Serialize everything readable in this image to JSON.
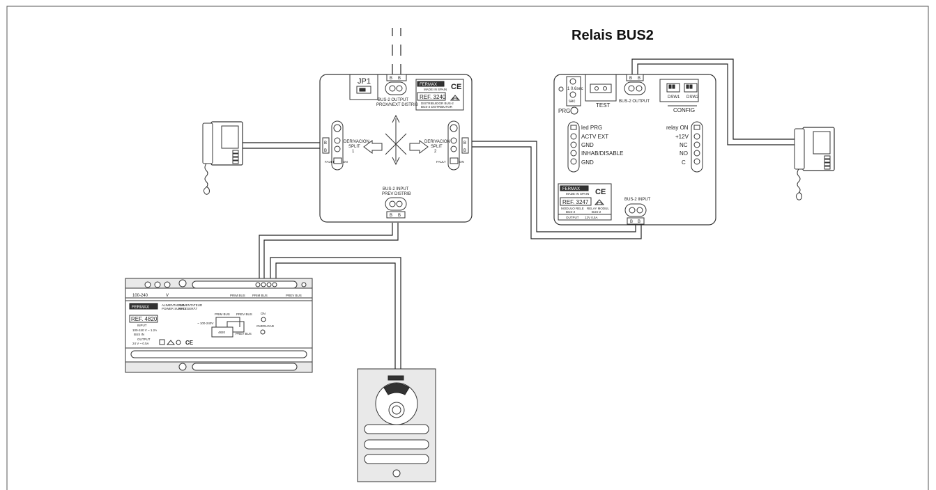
{
  "title": "Relais BUS2",
  "distributor": {
    "jumper": "JP1",
    "terminal_b": "B",
    "bus_output": "BUS-2 OUTPUT",
    "next_distrib": "PROX/NEXT DISTRIB",
    "brand": "FERMAX",
    "made_in": "MADE IN SPAIN",
    "ref": "REF. 3240",
    "desc_line1": "DISTRIBUIDOR BUS-2",
    "desc_line2": "BUS-2 DISTRIBUTOR",
    "left_split_1": "DERIVACION",
    "left_split_2": "SPLIT",
    "left_split_3": "1",
    "right_split_1": "DERIVACION",
    "right_split_2": "SPLIT",
    "right_split_3": "2",
    "fault": "FAULT",
    "on": "ON",
    "bus_input": "BUS-2 INPUT",
    "prev_distrib": "PREV DISTRIB"
  },
  "relay": {
    "timer_label": "1 0.6sec",
    "sec": "sec",
    "prg": "PRG",
    "test": "TEST",
    "bus_output": "BUS-2 OUTPUT",
    "dsw1": "DSW1",
    "dsw2": "DSW2",
    "config": "CONFIG",
    "led_prg": "led PRG",
    "actv_ext": "ACTV EXT",
    "gnd1": "GND",
    "inhab": "INHAB/DISABLE",
    "gnd2": "GND",
    "relay_on": "relay ON",
    "plus12": "+12V",
    "nc": "NC",
    "no": "NO",
    "c": "C",
    "brand": "FERMAX",
    "made_in": "MADE IN SPAIN",
    "ref": "REF. 3247",
    "modulo": "MODULO RELE",
    "relay_module": "RELAY MODUL",
    "bus2a": "BUS-2",
    "bus2b": "BUS-2",
    "output": "OUTPUT",
    "output_val": "12V 0,5A",
    "bus_input": "BUS-2 INPUT"
  },
  "power_supply": {
    "input_label": "100-240",
    "v_label": "V",
    "prim_bus": "PRIM BUS",
    "prim_bus2": "PRIM BUS",
    "prev_bus": "PREV BUS",
    "brand": "FERMAX",
    "alim1": "ALIMENTADOR",
    "alim2": "POWER SUPPLY",
    "alim3": "ALIMENTATEUR",
    "alim4": "NETZGERÄT",
    "ref": "REF. 4820",
    "input": "INPUT",
    "input_val": "100-240 V ~ 1.2A",
    "bus_in": "BUS IN",
    "output": "OUTPUT",
    "output_val": "24 V ~ 0.5A",
    "schem_prim": "PRIM BUS",
    "schem_prev": "PREV BUS",
    "schem_mains": "~ 100-240V",
    "schem_4820": "4820",
    "schem_prev2": "PREV BUS",
    "led_label": "ON",
    "overload": "OVERLOAD"
  }
}
